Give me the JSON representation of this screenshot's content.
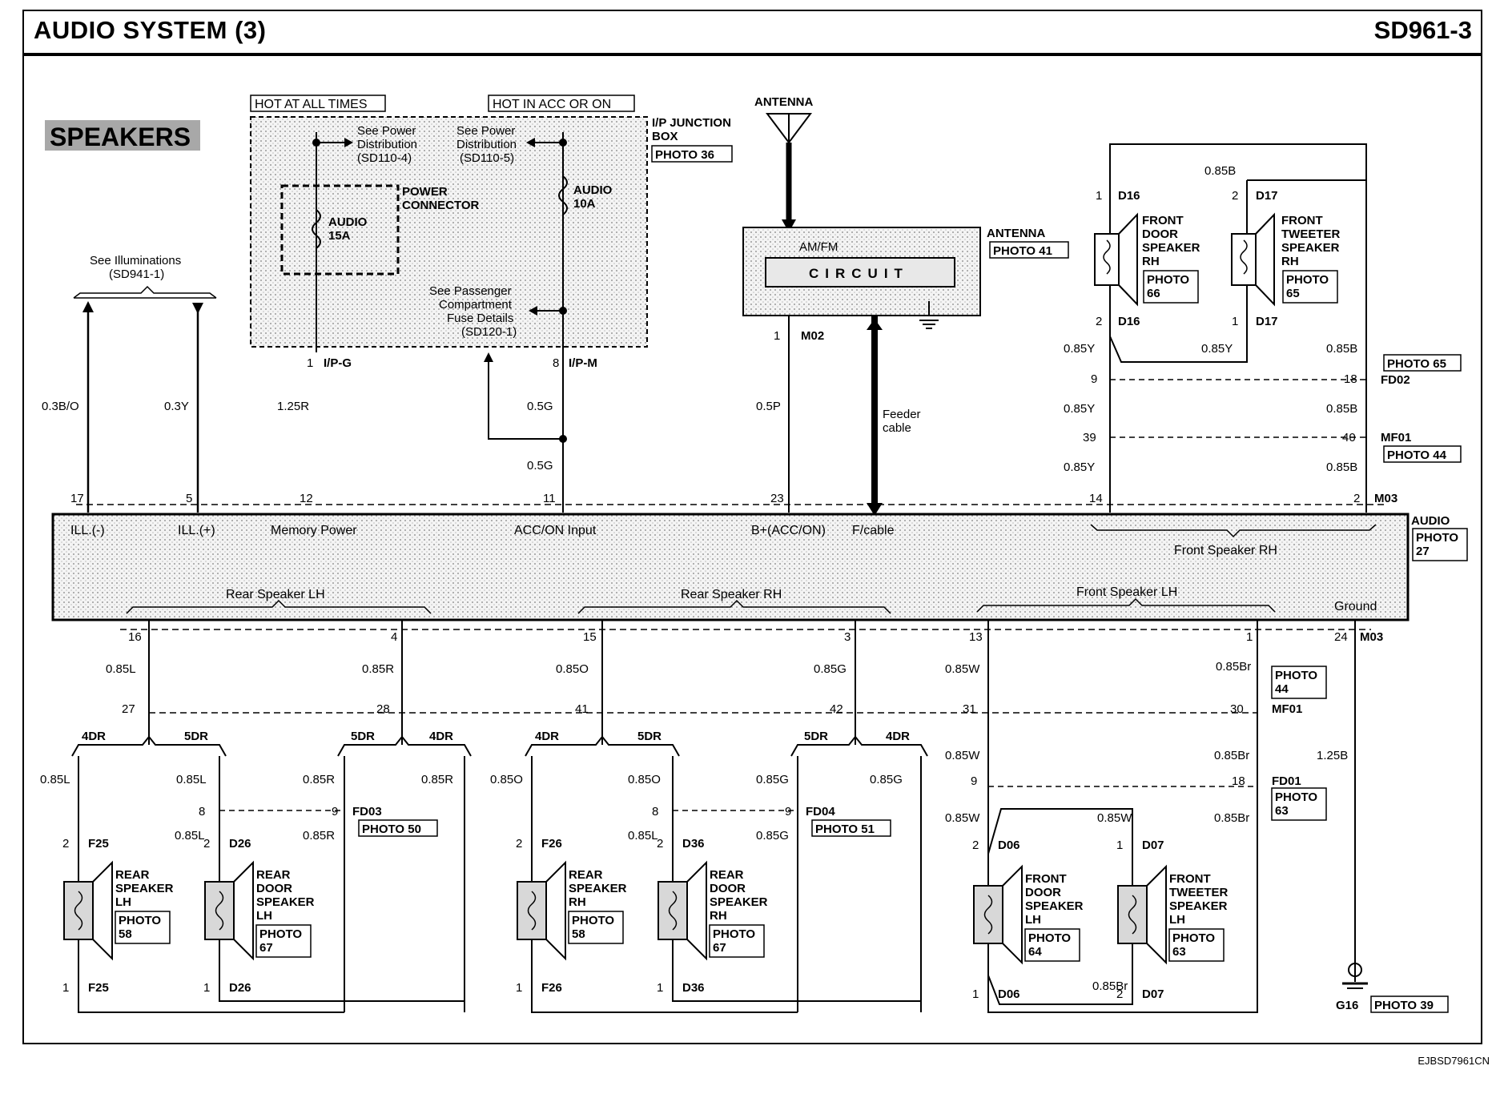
{
  "header": {
    "title": "AUDIO SYSTEM (3)",
    "code": "SD961-3"
  },
  "footer": {
    "image_code": "EJBSD7961CN"
  },
  "section_title": "SPEAKERS",
  "top": {
    "hot_at_all_times": "HOT AT ALL TIMES",
    "hot_in_acc": "HOT IN ACC OR ON",
    "ip_junction_box": [
      "I/P JUNCTION",
      "BOX"
    ],
    "ip_photo": "PHOTO 36",
    "see_power_1": [
      "See Power",
      "Distribution",
      "(SD110-4)"
    ],
    "see_power_2": [
      "See Power",
      "Distribution",
      "(SD110-5)"
    ],
    "power_connector": [
      "POWER",
      "CONNECTOR"
    ],
    "fuse_audio_15": [
      "AUDIO",
      "15A"
    ],
    "fuse_audio_10": [
      "AUDIO",
      "10A"
    ],
    "see_passenger": [
      "See Passenger",
      "Compartment",
      "Fuse Details",
      "(SD120-1)"
    ],
    "see_illuminations": [
      "See Illuminations",
      "(SD941-1)"
    ],
    "antenna_label": "ANTENNA",
    "am_fm": "AM/FM",
    "circuit": "CIRCUIT",
    "antenna_box_label": "ANTENNA",
    "antenna_photo": "PHOTO 41",
    "feeder_cable": [
      "Feeder",
      "cable"
    ],
    "ipg_pin": "1",
    "ipg": "I/P-G",
    "ipm_pin": "8",
    "ipm": "I/P-M",
    "m02_pin": "1",
    "m02": "M02"
  },
  "wires_top": {
    "w_03bo": "0.3B/O",
    "w_03y": "0.3Y",
    "w_125r": "1.25R",
    "w_05g_a": "0.5G",
    "w_05g_b": "0.5G",
    "w_05p": "0.5P"
  },
  "audio_unit": {
    "label": "AUDIO",
    "photo": [
      "PHOTO",
      "27"
    ],
    "connector": "M03",
    "pins_top": [
      "17",
      "5",
      "12",
      "11",
      "23",
      "14",
      "2"
    ],
    "terms_top": [
      "ILL.(-)",
      "ILL.(+)",
      "Memory Power",
      "ACC/ON Input",
      "B+(ACC/ON)",
      "F/cable"
    ],
    "front_rh": "Front Speaker RH",
    "rear_lh": "Rear Speaker LH",
    "rear_rh": "Rear Speaker RH",
    "front_lh": "Front Speaker LH",
    "ground": "Ground",
    "pins_bottom": [
      "16",
      "4",
      "15",
      "3",
      "13",
      "1",
      "24"
    ],
    "bottom_connector": "M03"
  },
  "front_rh": {
    "d16": "D16",
    "d17": "D17",
    "pin1": "1",
    "pin2": "2",
    "pin2b": "2",
    "pin1b": "1",
    "w_085b_top": "0.85B",
    "door_name": [
      "FRONT",
      "DOOR",
      "SPEAKER",
      "RH"
    ],
    "door_photo": [
      "PHOTO",
      "66"
    ],
    "tw_name": [
      "FRONT",
      "TWEETER",
      "SPEAKER",
      "RH"
    ],
    "tw_photo": [
      "PHOTO",
      "65"
    ],
    "w_085y_1": "0.85Y",
    "w_085y_2": "0.85Y",
    "w_085b_1": "0.85B",
    "fd02_photo": "PHOTO 65",
    "fd02": "FD02",
    "pin9": "9",
    "pin18": "18",
    "w_085y_3": "0.85Y",
    "w_085b_2": "0.85B",
    "mf01": "MF01",
    "mf01_photo": "PHOTO 44",
    "pin39": "39",
    "pin40": "40",
    "w_085y_4": "0.85Y",
    "w_085b_3": "0.85B"
  },
  "bottom": {
    "wires_upper": [
      "0.85L",
      "0.85R",
      "0.85O",
      "0.85G",
      "0.85W",
      "0.85Br"
    ],
    "mf01_pins": [
      "27",
      "28",
      "41",
      "42",
      "31",
      "30"
    ],
    "mf01": "MF01",
    "mf01_photo": [
      "PHOTO",
      "44"
    ],
    "dr": [
      "4DR",
      "5DR",
      "5DR",
      "4DR",
      "4DR",
      "5DR",
      "5DR",
      "4DR"
    ],
    "wires_mid": [
      "0.85L",
      "0.85L",
      "0.85R",
      "0.85R",
      "0.85O",
      "0.85O",
      "0.85G",
      "0.85G",
      "0.85W",
      "0.85Br",
      "1.25B"
    ],
    "fd03": "FD03",
    "fd03_photo": "PHOTO 50",
    "fd04": "FD04",
    "fd04_photo": "PHOTO 51",
    "fd01": "FD01",
    "fd01_photo": [
      "PHOTO",
      "63"
    ],
    "fd_pins": [
      "8",
      "9",
      "8",
      "9",
      "9",
      "18"
    ],
    "wires_low": [
      "0.85L",
      "0.85R",
      "0.85L",
      "0.85G",
      "0.85W",
      "0.85W",
      "0.85Br"
    ],
    "speakers": [
      {
        "name": [
          "REAR",
          "SPEAKER",
          "LH"
        ],
        "photo": [
          "PHOTO",
          "58"
        ],
        "conn": "F25"
      },
      {
        "name": [
          "REAR",
          "DOOR",
          "SPEAKER",
          "LH"
        ],
        "photo": [
          "PHOTO",
          "67"
        ],
        "conn": "D26"
      },
      {
        "name": [
          "REAR",
          "SPEAKER",
          "RH"
        ],
        "photo": [
          "PHOTO",
          "58"
        ],
        "conn": "F26"
      },
      {
        "name": [
          "REAR",
          "DOOR",
          "SPEAKER",
          "RH"
        ],
        "photo": [
          "PHOTO",
          "67"
        ],
        "conn": "D36"
      },
      {
        "name": [
          "FRONT",
          "DOOR",
          "SPEAKER",
          "LH"
        ],
        "photo": [
          "PHOTO",
          "64"
        ],
        "conn": "D06"
      },
      {
        "name": [
          "FRONT",
          "TWEETER",
          "SPEAKER",
          "LH"
        ],
        "photo": [
          "PHOTO",
          "63"
        ],
        "conn": "D07"
      }
    ],
    "w_085br_last": "0.85Br",
    "ground": "G16",
    "ground_photo": "PHOTO 39"
  },
  "colors": {
    "ink": "#000000",
    "shade": "#c8c8c8",
    "panel": "#efefef"
  }
}
